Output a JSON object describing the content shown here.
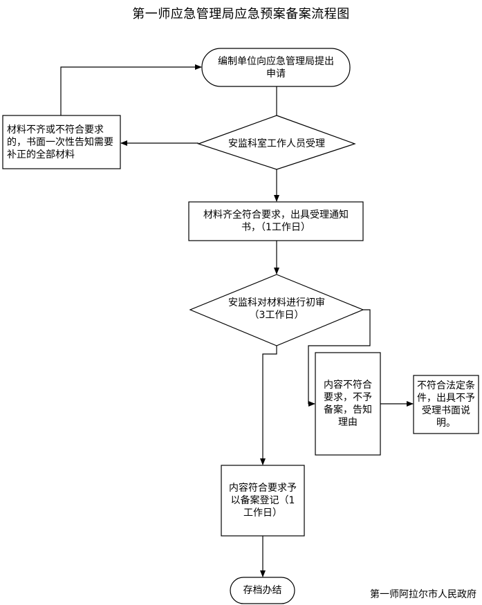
{
  "title": "第一师应急管理局应急预案备案流程图",
  "footer": "第一师阿拉尔市人民政府",
  "nodes": {
    "start": "编制单位向应急管理局提出\n申请",
    "accept": "安监科室工作人员受理",
    "incomplete": "材料不齐或不符合要求\n的，书面一次性告知需要\n补正的全部材料",
    "notice": "材料齐全符合要求，出具受理通知\n书，（1工作日）",
    "review": "安监科对材料进行初审\n（3工作日）",
    "reject": "内容不符合\n要求，不予\n备案，告知\n理由",
    "reject_note": "不符合法定条\n件，出具不予\n受理书面说\n明。",
    "approve": "内容符合要求予\n以备案登记（1\n工作日）",
    "end": "存档办结"
  }
}
